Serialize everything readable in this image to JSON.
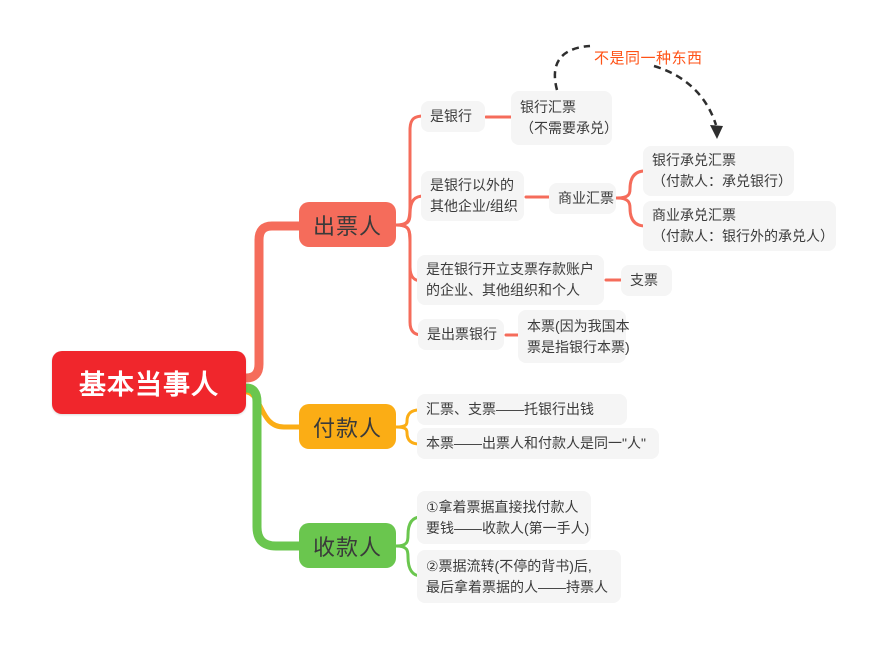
{
  "colors": {
    "root_red": "#f0262c",
    "branch_salmon": "#f56c5b",
    "branch_yellow": "#fbad15",
    "branch_green": "#6ac64e",
    "leaf_bg": "#f5f5f5",
    "leaf_text": "#3b3b3b",
    "annotation_orange": "#ff5216",
    "arrow_dark": "#2e2e2e"
  },
  "root": {
    "label": "基本当事人"
  },
  "branches": {
    "drawer": {
      "label": "出票人"
    },
    "payer": {
      "label": "付款人"
    },
    "payee": {
      "label": "收款人"
    }
  },
  "leaves": {
    "is_bank": {
      "lines": [
        "是银行"
      ]
    },
    "bank_draft": {
      "lines": [
        "银行汇票",
        "（不需要承兑）"
      ]
    },
    "non_bank_org": {
      "lines": [
        "是银行以外的",
        "其他企业/组织"
      ]
    },
    "commercial_draft": {
      "lines": [
        "商业汇票"
      ]
    },
    "bank_acceptance": {
      "lines": [
        "银行承兑汇票",
        "（付款人：承兑银行）"
      ]
    },
    "commercial_acceptance": {
      "lines": [
        "商业承兑汇票",
        "（付款人：银行外的承兑人）"
      ]
    },
    "check_account": {
      "lines": [
        "是在银行开立支票存款账户",
        "的企业、其他组织和个人"
      ]
    },
    "check": {
      "lines": [
        "支票"
      ]
    },
    "issuing_bank": {
      "lines": [
        "是出票银行"
      ]
    },
    "promissory_note": {
      "lines": [
        "本票(因为我国本",
        "票是指银行本票)"
      ]
    },
    "draft_check_pay": {
      "lines": [
        "汇票、支票——托银行出钱"
      ]
    },
    "note_same_person": {
      "lines": [
        "本票——出票人和付款人是同一\"人\""
      ]
    },
    "payee_first_hand": {
      "lines": [
        "①拿着票据直接找付款人",
        "要钱——收款人(第一手人)"
      ]
    },
    "holder_endorse": {
      "lines": [
        "②票据流转(不停的背书)后,",
        "最后拿着票据的人——持票人"
      ]
    }
  },
  "annotation": {
    "label": "不是同一种东西"
  }
}
